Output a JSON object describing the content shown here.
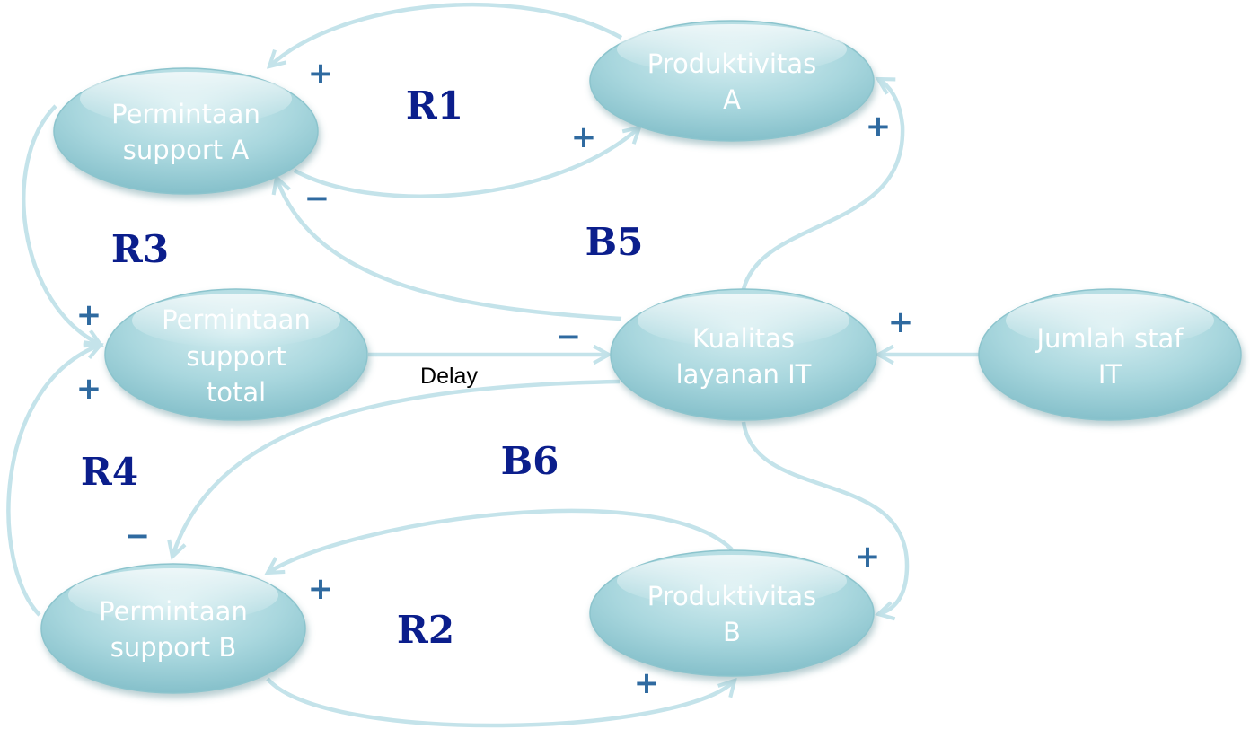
{
  "nodes": {
    "permintaan_a": [
      "Permintaan",
      "support A"
    ],
    "produktivitas_a": [
      "Produktivitas",
      "A"
    ],
    "permintaan_total": [
      "Permintaan",
      "support",
      "total"
    ],
    "kualitas": [
      "Kualitas",
      "layanan IT"
    ],
    "jumlah_staf": [
      "Jumlah staf",
      "IT"
    ],
    "permintaan_b": [
      "Permintaan",
      "support B"
    ],
    "produktivitas_b": [
      "Produktivitas",
      "B"
    ]
  },
  "loops": {
    "r1": "R1",
    "r2": "R2",
    "r3": "R3",
    "r4": "R4",
    "b5": "B5",
    "b6": "B6"
  },
  "edge_labels": {
    "delay": "Delay"
  },
  "polarities": {
    "p1": "+",
    "p2": "+",
    "p3": "+",
    "p4": "−",
    "p5": "+",
    "p6": "+",
    "p7": "−",
    "p8": "+",
    "p9": "−",
    "p10": "+",
    "p11": "+",
    "p12": "+"
  },
  "colors": {
    "node_fill": "#a9d7de",
    "edge": "#c4e3ea",
    "loop_label": "#0b1e8c",
    "polarity": "#2f6aa0"
  }
}
